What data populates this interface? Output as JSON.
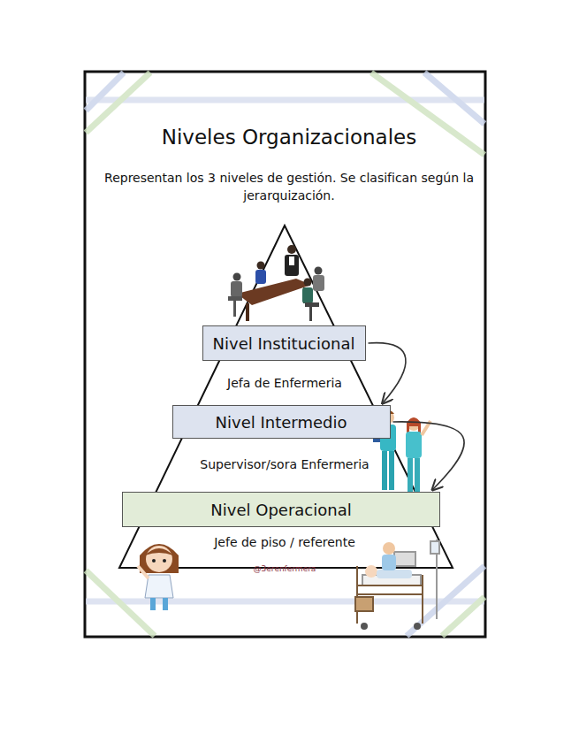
{
  "diagram": {
    "title": "Niveles Organizacionales",
    "nodes": [
      {
        "text": [
          "Nivel Institucional"
        ]
      },
      {
        "text": [
          "Nivel Intermedio"
        ]
      },
      {
        "text": [
          "Nivel Operacional"
        ]
      }
    ],
    "edges": [
      {
        "from": 0,
        "to": 1,
        "arrow": "to"
      },
      {
        "from": 1,
        "to": 2,
        "arrow": "to"
      }
    ],
    "labels": [
      "Representan los 3 niveles de gestión. Se clasifican según la jerarquización.",
      "Jefa de Enfermeria",
      "Supervisor/sora Enfermeria",
      "Jefe de piso / referente",
      "@3erenfermera"
    ]
  }
}
